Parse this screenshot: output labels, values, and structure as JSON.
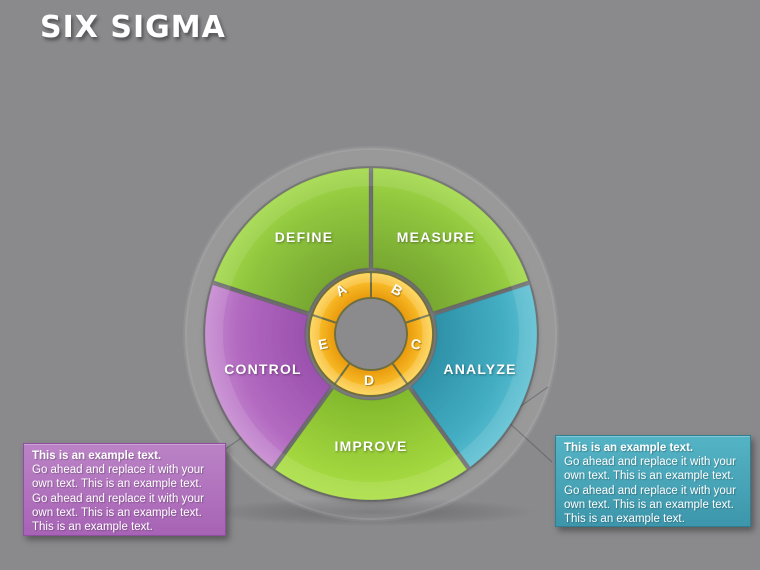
{
  "title": "SIX SIGMA",
  "background_color": "#8a8a8c",
  "wheel": {
    "type": "donut-process-cycle",
    "segments": [
      {
        "label": "DEFINE",
        "letter": "A",
        "color": "#8fc63e"
      },
      {
        "label": "MEASURE",
        "letter": "B",
        "color": "#8fc63e"
      },
      {
        "label": "ANALYZE",
        "letter": "C",
        "color": "#3fa9bf"
      },
      {
        "label": "IMPROVE",
        "letter": "D",
        "color": "#9ed23c"
      },
      {
        "label": "CONTROL",
        "letter": "E",
        "color": "#b269c0"
      }
    ],
    "inner_ring_color": "#f5b51b",
    "inner_ring_outline": "#6e6e41",
    "glow_ring_color": "rgba(255,255,255,0.13)"
  },
  "notes": {
    "left": {
      "accent_color": "#b277be",
      "lines": [
        "This is an example text.",
        "Go ahead and replace it with your",
        "own text. This is an example text.",
        "Go ahead and replace it with your",
        "own text. This is an example text.",
        "This is an example text."
      ]
    },
    "right": {
      "accent_color": "#46a3b6",
      "lines": [
        "This is an example text.",
        "Go ahead and replace it with your",
        "own text. This is an example text.",
        "Go ahead and replace it with your",
        "own text. This is an example text.",
        "This is an example text."
      ]
    }
  }
}
